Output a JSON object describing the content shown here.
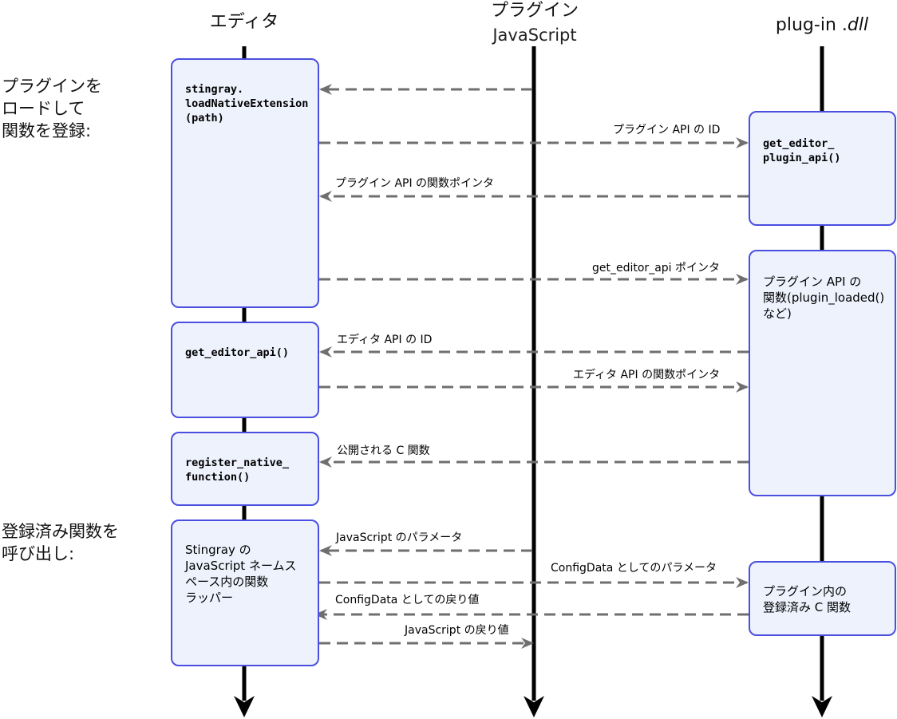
{
  "lanes": {
    "editor": {
      "title": "エディタ"
    },
    "js": {
      "title": "プラグイン",
      "subtitle": "JavaScript"
    },
    "dll": {
      "title_prefix": "plug-in .",
      "title_em": "dll"
    }
  },
  "phases": {
    "load": [
      "プラグインを",
      "ロードして",
      "関数を登録:"
    ],
    "call": [
      "登録済み関数を",
      "呼び出し:"
    ]
  },
  "boxes": {
    "load_ext": [
      "stingray.",
      "loadNativeExtension",
      "(path)"
    ],
    "get_editor_api": [
      "get_editor_api()"
    ],
    "register_native": [
      "register_native_",
      "function()"
    ],
    "js_wrapper": [
      "Stingray の",
      "JavaScript ネームス",
      "ペース内の関数",
      "ラッパー"
    ],
    "get_plugin_api": [
      "get_editor_",
      "plugin_api()"
    ],
    "plugin_funcs": [
      "プラグイン API の",
      "関数(plugin_loaded()",
      "など)"
    ],
    "registered_c": [
      "プラグイン内の",
      "登録済み C 関数"
    ]
  },
  "messages": {
    "plugin_api_id": "プラグイン API の ID",
    "plugin_api_ptr": "プラグイン API の関数ポインタ",
    "get_editor_api_ptr": "get_editor_api ポインタ",
    "editor_api_id": "エディタ API の ID",
    "editor_api_ptr": "エディタ API の関数ポインタ",
    "public_c": "公開される C 関数",
    "js_params": "JavaScript のパラメータ",
    "config_params": "ConfigData としてのパラメータ",
    "config_return": "ConfigData としての戻り値",
    "js_return": "JavaScript の戻り値"
  },
  "colors": {
    "box_fill": "#eef2fd",
    "box_border": "#4a4fe0",
    "arrow": "#6f6f6f",
    "lifeline": "#000000"
  }
}
